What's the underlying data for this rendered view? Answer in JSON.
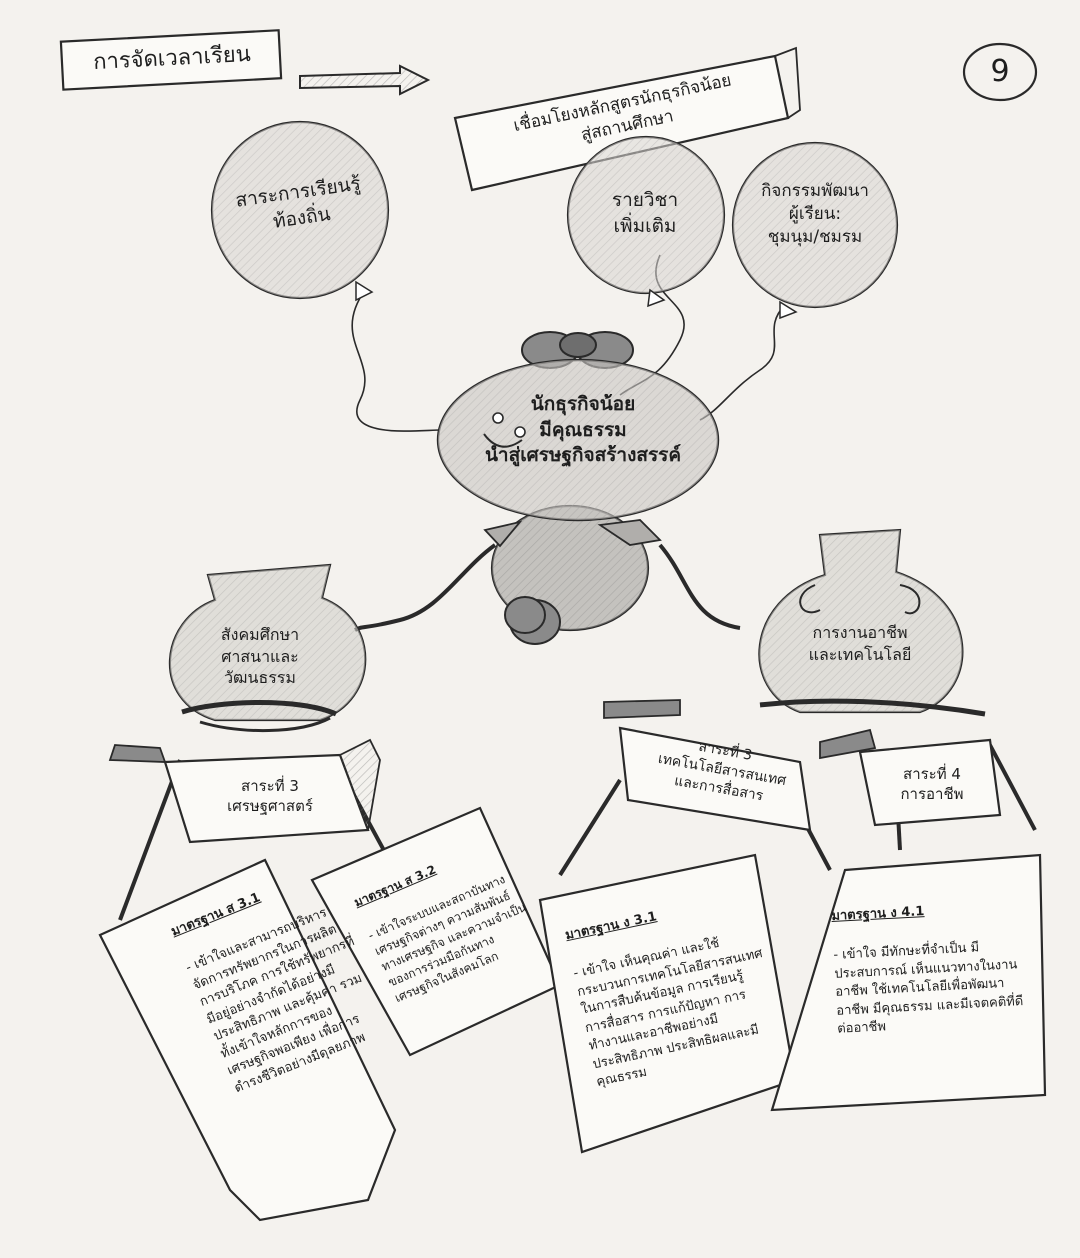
{
  "header": {
    "title": "การจัดเวลาเรียน",
    "page_number": "9",
    "link_note": "เชื่อมโยงหลักสูตรนักธุรกิจน้อย\nสู่สถานศึกษา"
  },
  "balloons": [
    {
      "label": "สาระการเรียนรู้\nท้องถิ่น"
    },
    {
      "label": "รายวิชา\nเพิ่มเติม"
    },
    {
      "label": "กิจกรรมพัฒนา\nผู้เรียน:\nชุมนุม/ชมรม"
    }
  ],
  "center": {
    "label": "นักธุรกิจน้อย\nมีคุณธรรม\nนำสู่เศรษฐกิจสร้างสรรค์"
  },
  "vases": [
    {
      "label": "สังคมศึกษา\nศาสนาและ\nวัฒนธรรม"
    },
    {
      "label": "การงานอาชีพ\nและเทคโนโลยี"
    }
  ],
  "signs": [
    {
      "label": "สาระที่ 3\nเศรษฐศาสตร์"
    },
    {
      "label": "สาระที่ 3\nเทคโนโลยีสารสนเทศ\nและการสื่อสาร"
    },
    {
      "label": "สาระที่ 4\nการอาชีพ"
    }
  ],
  "standards": [
    {
      "title": "มาตรฐาน ส 3.1",
      "body": "- เข้าใจและสามารถบริหารจัดการทรัพยากรในการผลิต การบริโภค การใช้ทรัพยากรที่มีอยู่อย่างจำกัดได้อย่างมีประสิทธิภาพ และคุ้มค่า รวมทั้งเข้าใจหลักการของเศรษฐกิจพอเพียง เพื่อการดำรงชีวิตอย่างมีดุลยภาพ"
    },
    {
      "title": "มาตรฐาน ส 3.2",
      "body": "- เข้าใจระบบและสถาบันทางเศรษฐกิจต่างๆ ความสัมพันธ์ทางเศรษฐกิจ และความจำเป็นของการร่วมมือกันทางเศรษฐกิจในสังคมโลก"
    },
    {
      "title": "มาตรฐาน ง 3.1",
      "body": "- เข้าใจ เห็นคุณค่า และใช้กระบวนการเทคโนโลยีสารสนเทศในการสืบค้นข้อมูล การเรียนรู้ การสื่อสาร การแก้ปัญหา การทำงานและอาชีพอย่างมีประสิทธิภาพ ประสิทธิผลและมีคุณธรรม"
    },
    {
      "title": "มาตรฐาน ง 4.1",
      "body": "- เข้าใจ มีทักษะที่จำเป็น มีประสบการณ์ เห็นแนวทางในงานอาชีพ ใช้เทคโนโลยีเพื่อพัฒนาอาชีพ มีคุณธรรม และมีเจตคติที่ดีต่ออาชีพ"
    }
  ]
}
